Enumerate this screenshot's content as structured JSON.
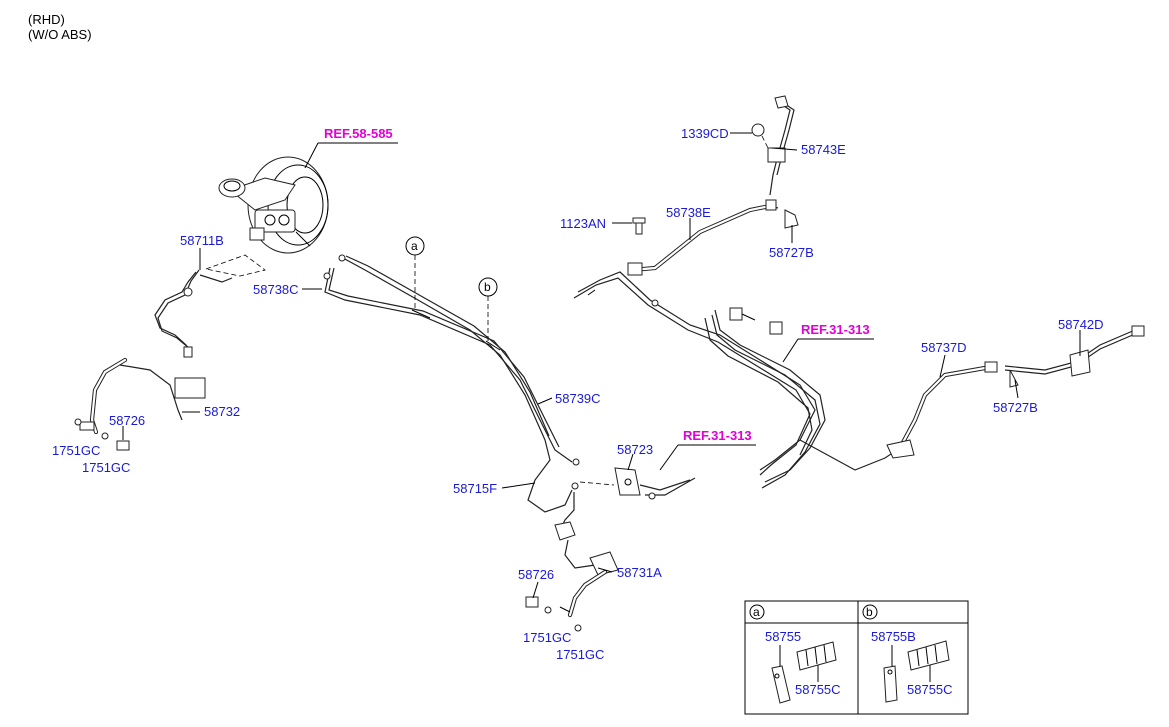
{
  "header": {
    "line1": "(RHD)",
    "line2": "(W/O ABS)"
  },
  "refs": {
    "booster": "REF.58-585",
    "rear_upper": "REF.31-313",
    "rear_lower": "REF.31-313"
  },
  "parts": {
    "p1339CD": "1339CD",
    "p58743E": "58743E",
    "p1123AN": "1123AN",
    "p58738E": "58738E",
    "p58727B_a": "58727B",
    "p58711B": "58711B",
    "p58738C": "58738C",
    "p58742D": "58742D",
    "p58737D": "58737D",
    "p58727B_b": "58727B",
    "p58726_a": "58726",
    "p58732": "58732",
    "p1751GC_a": "1751GC",
    "p1751GC_b": "1751GC",
    "p58739C": "58739C",
    "p58723": "58723",
    "p58715F": "58715F",
    "p58731A": "58731A",
    "p58726_b": "58726",
    "p1751GC_c": "1751GC",
    "p1751GC_d": "1751GC"
  },
  "callouts": {
    "a": "a",
    "b": "b"
  },
  "clip_table": {
    "a_key": "a",
    "b_key": "b",
    "a_part1": "58755",
    "a_part2": "58755C",
    "b_part1": "58755B",
    "b_part2": "58755C"
  }
}
